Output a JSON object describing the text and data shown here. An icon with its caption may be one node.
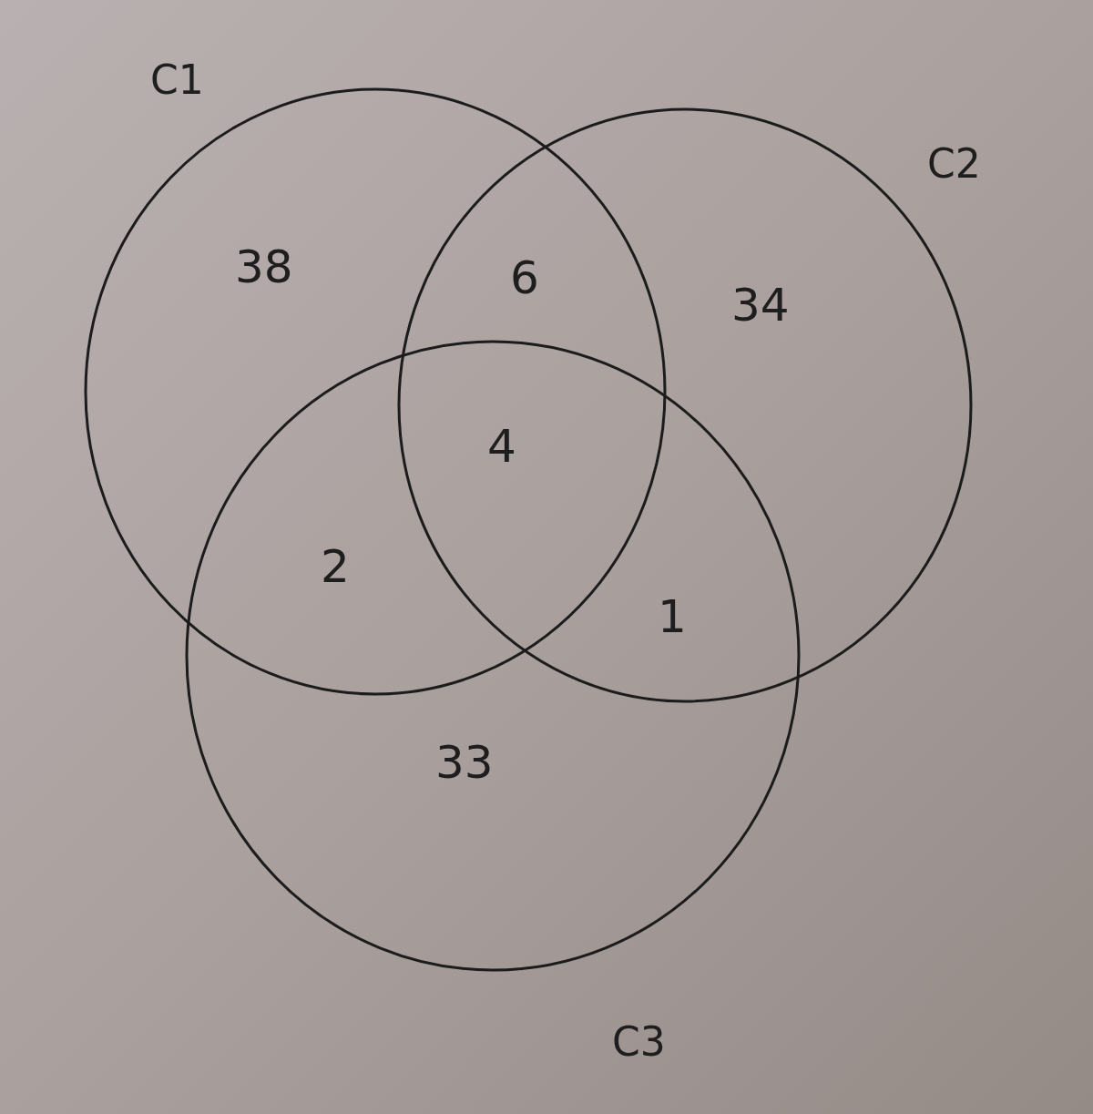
{
  "diagram": {
    "nodes": [
      {
        "text": [
          "C1"
        ]
      },
      {
        "text": [
          "C2"
        ]
      },
      {
        "text": [
          "C3"
        ]
      }
    ],
    "labels": [
      "38",
      "6",
      "34",
      "4",
      "2",
      "1",
      "33"
    ]
  }
}
